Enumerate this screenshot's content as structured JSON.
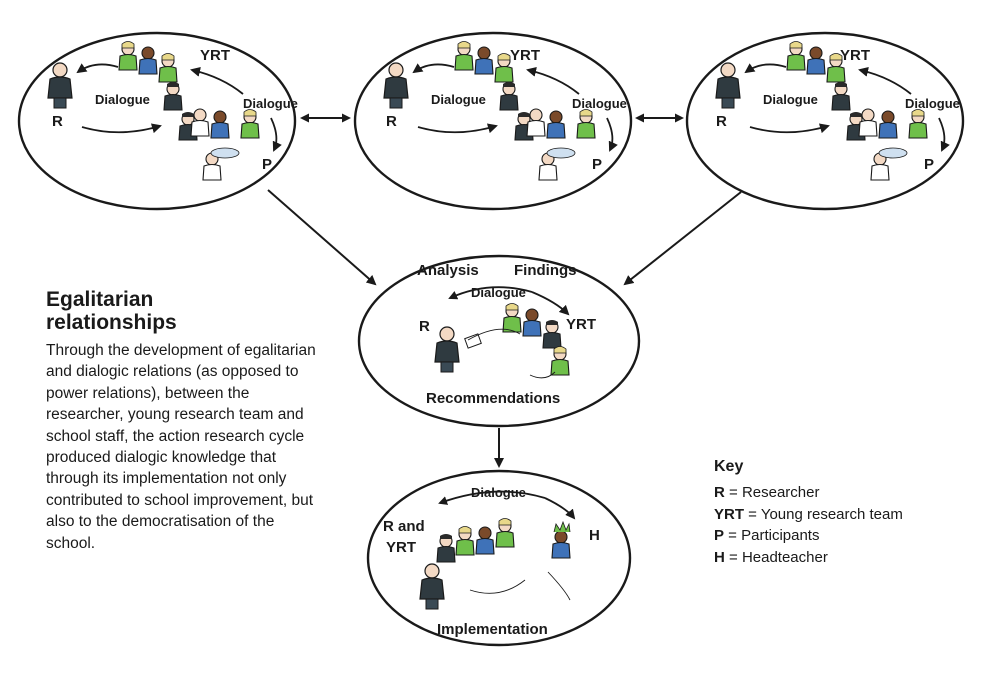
{
  "sidebar": {
    "heading_line1": "Egalitarian",
    "heading_line2": "relationships",
    "body": "Through the development of egalitarian and dialogic relations (as opposed to power relations), between the researcher, young research team and school staff, the action research cycle produced dialogic knowledge that through its implementation not only contributed to school improvement, but also to the democratisation of the school."
  },
  "cycles": [
    {
      "r": "R",
      "yrt": "YRT",
      "p": "P",
      "dialogue_left": "Dialogue",
      "dialogue_right": "Dialogue"
    },
    {
      "r": "R",
      "yrt": "YRT",
      "p": "P",
      "dialogue_left": "Dialogue",
      "dialogue_right": "Dialogue"
    },
    {
      "r": "R",
      "yrt": "YRT",
      "p": "P",
      "dialogue_left": "Dialogue",
      "dialogue_right": "Dialogue"
    }
  ],
  "analysis_stage": {
    "analysis": "Analysis",
    "findings": "Findings",
    "dialogue": "Dialogue",
    "r": "R",
    "yrt": "YRT",
    "caption": "Recommendations"
  },
  "implementation_stage": {
    "dialogue": "Dialogue",
    "r_and": "R and",
    "yrt": "YRT",
    "h": "H",
    "caption": "Implementation"
  },
  "key": {
    "title": "Key",
    "items": [
      {
        "abbr": "R",
        "meaning": " = Researcher"
      },
      {
        "abbr": "YRT",
        "meaning": " = Young research team"
      },
      {
        "abbr": "P",
        "meaning": " = Participants"
      },
      {
        "abbr": "H",
        "meaning": " = Headteacher"
      }
    ]
  },
  "colors": {
    "ink": "#1a1a1a",
    "green_shirt": "#6fbf4a",
    "blue_shirt": "#3f72b8",
    "skin_light": "#f3d9c4",
    "skin_dark": "#7a4a2a",
    "hair_dark": "#2a2a2a",
    "hair_blond": "#e8d88a"
  }
}
